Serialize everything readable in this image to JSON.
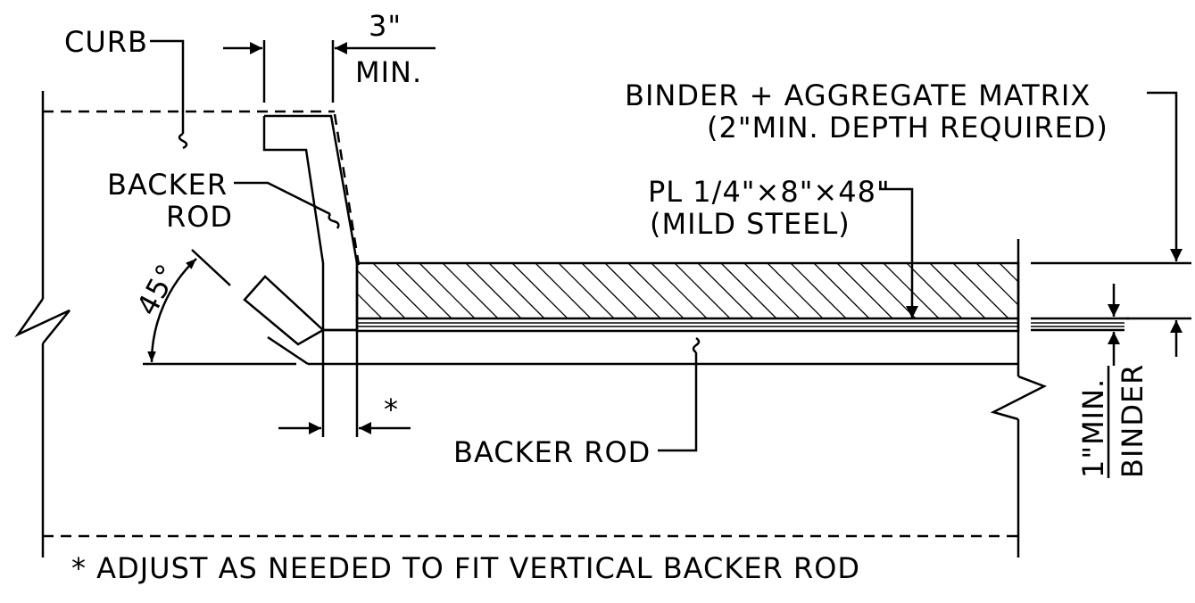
{
  "labels": {
    "curb": "CURB",
    "backer_rod_upper_1": "BACKER",
    "backer_rod_upper_2": "ROD",
    "three_inch": "3\"",
    "min": "MIN.",
    "matrix_1": "BINDER + AGGREGATE MATRIX",
    "matrix_2": "(2\"MIN. DEPTH REQUIRED)",
    "plate_1": "PL 1/4\"×8\"×48\"",
    "plate_2": "(MILD STEEL)",
    "angle": "45°",
    "asterisk": "*",
    "backer_rod_lower": "BACKER ROD",
    "one_inch_min": "1\"MIN.",
    "binder": "BINDER",
    "footnote": "* ADJUST AS NEEDED TO FIT VERTICAL BACKER ROD"
  },
  "colors": {
    "line": "#000000",
    "background": "#ffffff"
  }
}
